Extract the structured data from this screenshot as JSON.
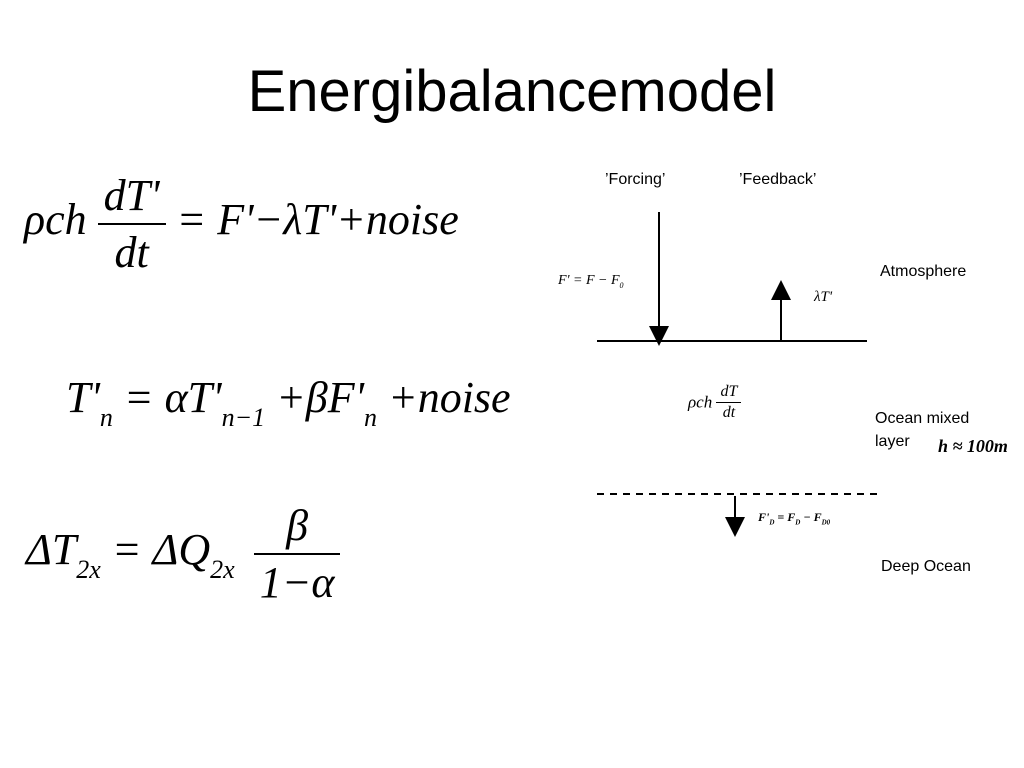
{
  "slide": {
    "title": "Energibalancemodel"
  },
  "equations": {
    "eq1": {
      "rho": "ρ",
      "ch": "ch",
      "num": "dT'",
      "den": "dt",
      "rhs": "= F'−λT'+noise"
    },
    "eq2": {
      "t1": "T'",
      "s1": "n",
      "mid1": "= αT'",
      "s2": "n−1",
      "mid2": "+βF'",
      "s3": "n",
      "tail": "+noise"
    },
    "eq3": {
      "lhs": "ΔT",
      "s1": "2x",
      "mid": "= ΔQ",
      "s2": "2x",
      "num": "β",
      "den": "1−α"
    }
  },
  "diagram": {
    "forcing_label": "’Forcing’",
    "feedback_label": "’Feedback’",
    "atmosphere_label": "Atmosphere",
    "ocean_mixed_label_1": "Ocean mixed",
    "ocean_mixed_label_2": "layer",
    "deep_ocean_label": "Deep Ocean",
    "forcing_eq": "F' = F − F",
    "forcing_eq_sub": "0",
    "feedback_eq": "λT'",
    "heat_eq_prefix": "ρch",
    "heat_eq_num": "dT",
    "heat_eq_den": "dt",
    "h_eq": "h ≈ 100m",
    "deep_eq": "F'",
    "deep_eq_sub1": "D",
    "deep_eq_mid": " = F",
    "deep_eq_sub2": "D",
    "deep_eq_mid2": " − F",
    "deep_eq_sub3": "D0"
  }
}
